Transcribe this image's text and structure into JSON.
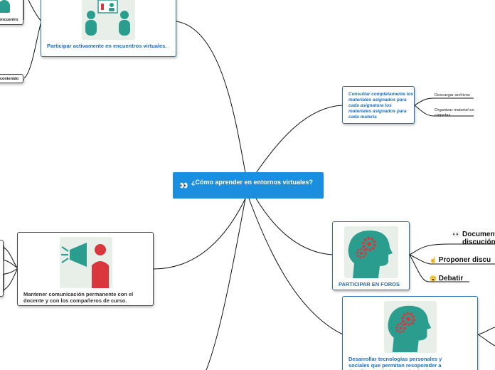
{
  "central": {
    "icon": "eyes-icon",
    "title": "¿Cómo aprender en entornos virtuales?"
  },
  "nodes": {
    "encuentros": {
      "label": "Participar activamente en encuentros virtuales.",
      "icon": "meeting-presentation-icon"
    },
    "consultar": {
      "label": "Consultar completamente los materiales asignados para cada asignatura los materiales asignados para cada materia"
    },
    "comunicacion": {
      "label": "Mantener comunicación permanente con el docente y con los compañeros de curso.",
      "icon": "megaphone-person-icon"
    },
    "foros": {
      "label": "PARTICIPAR EN FOROS",
      "icon": "head-gears-icon"
    },
    "tecnologias": {
      "label": "Desarrollar tecnologías personales y sociales que permitan resopomder a desafíos y soluciones obstáculos",
      "icon": "head-gears-icon"
    }
  },
  "leaves": {
    "descargar": "Descargar archivos",
    "organizar": "Organizar material en carpetas",
    "encuentro_left": "encuentro",
    "contenido_left": "contenido",
    "documentar": "Documentar discución",
    "documentar_icon": "eyes-icon",
    "proponer": "Proponer discu",
    "proponer_icon": "pointing-hand-icon",
    "debatir": "Debatir",
    "debatir_icon": "face-icon"
  },
  "colors": {
    "central": "#1a8fe0",
    "border_blue": "#2a6fb3",
    "text_blue": "#1a6fc4",
    "icon_green": "#2a9d8f",
    "icon_red": "#d9363e"
  }
}
